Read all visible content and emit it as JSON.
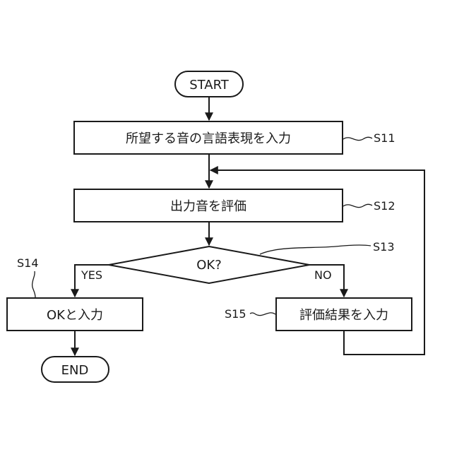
{
  "nodes": {
    "start": "START",
    "s11": "所望する音の言語表現を入力",
    "s12": "出力音を評価",
    "s13": "OK?",
    "s14": "OKと入力",
    "s15": "評価結果を入力",
    "end": "END"
  },
  "branches": {
    "yes": "YES",
    "no": "NO"
  },
  "step_labels": {
    "s11": "S11",
    "s12": "S12",
    "s13": "S13",
    "s14": "S14",
    "s15": "S15"
  }
}
